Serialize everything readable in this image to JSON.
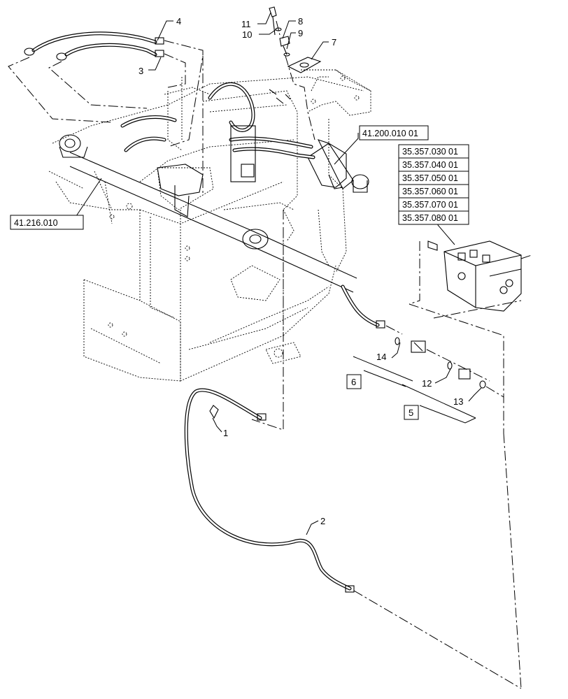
{
  "callouts": {
    "c1": "1",
    "c2": "2",
    "c3": "3",
    "c4": "4",
    "c5": "5",
    "c6": "6",
    "c7": "7",
    "c8": "8",
    "c9": "9",
    "c10": "10",
    "c11": "11",
    "c12": "12",
    "c13": "13",
    "c14": "14"
  },
  "references": {
    "axle": "41.216.010",
    "steering": "41.200.010 01",
    "valves": [
      "35.357.030 01",
      "35.357.040 01",
      "35.357.050 01",
      "35.357.060 01",
      "35.357.070 01",
      "35.357.080 01"
    ]
  }
}
